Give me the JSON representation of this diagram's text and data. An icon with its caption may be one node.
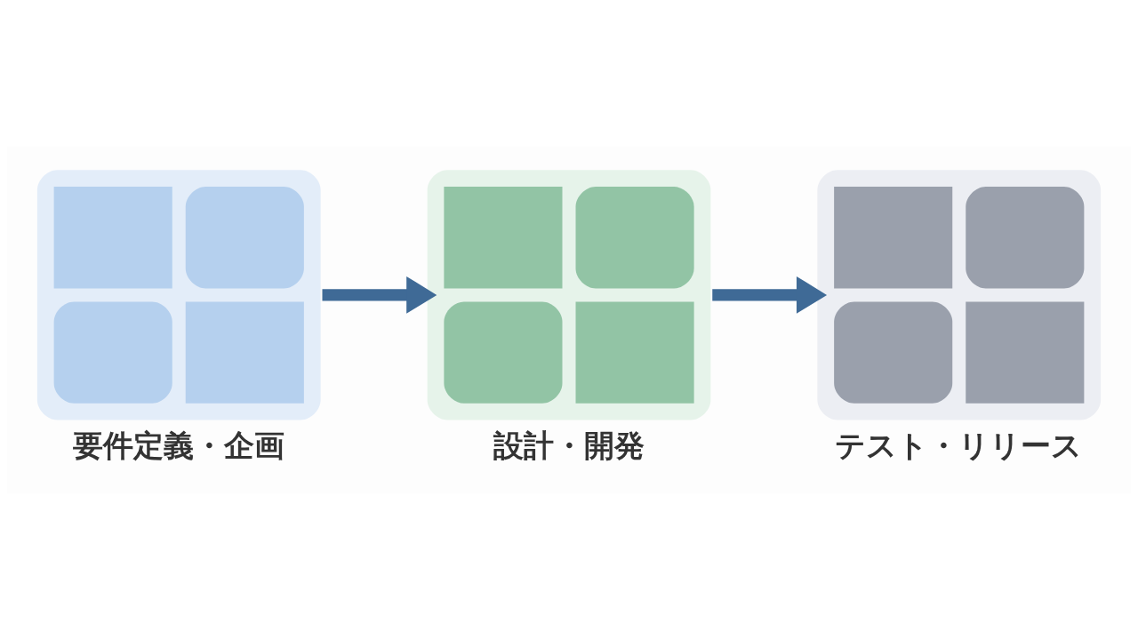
{
  "diagram": {
    "nodes": [
      {
        "text": [
          "要件定義・企画"
        ]
      },
      {
        "text": [
          "設計・開発"
        ]
      },
      {
        "text": [
          "テスト・リリース"
        ]
      }
    ],
    "edges": [
      {
        "from": 0,
        "to": 1,
        "arrow": "to"
      },
      {
        "from": 1,
        "to": 2,
        "arrow": "to"
      }
    ]
  }
}
